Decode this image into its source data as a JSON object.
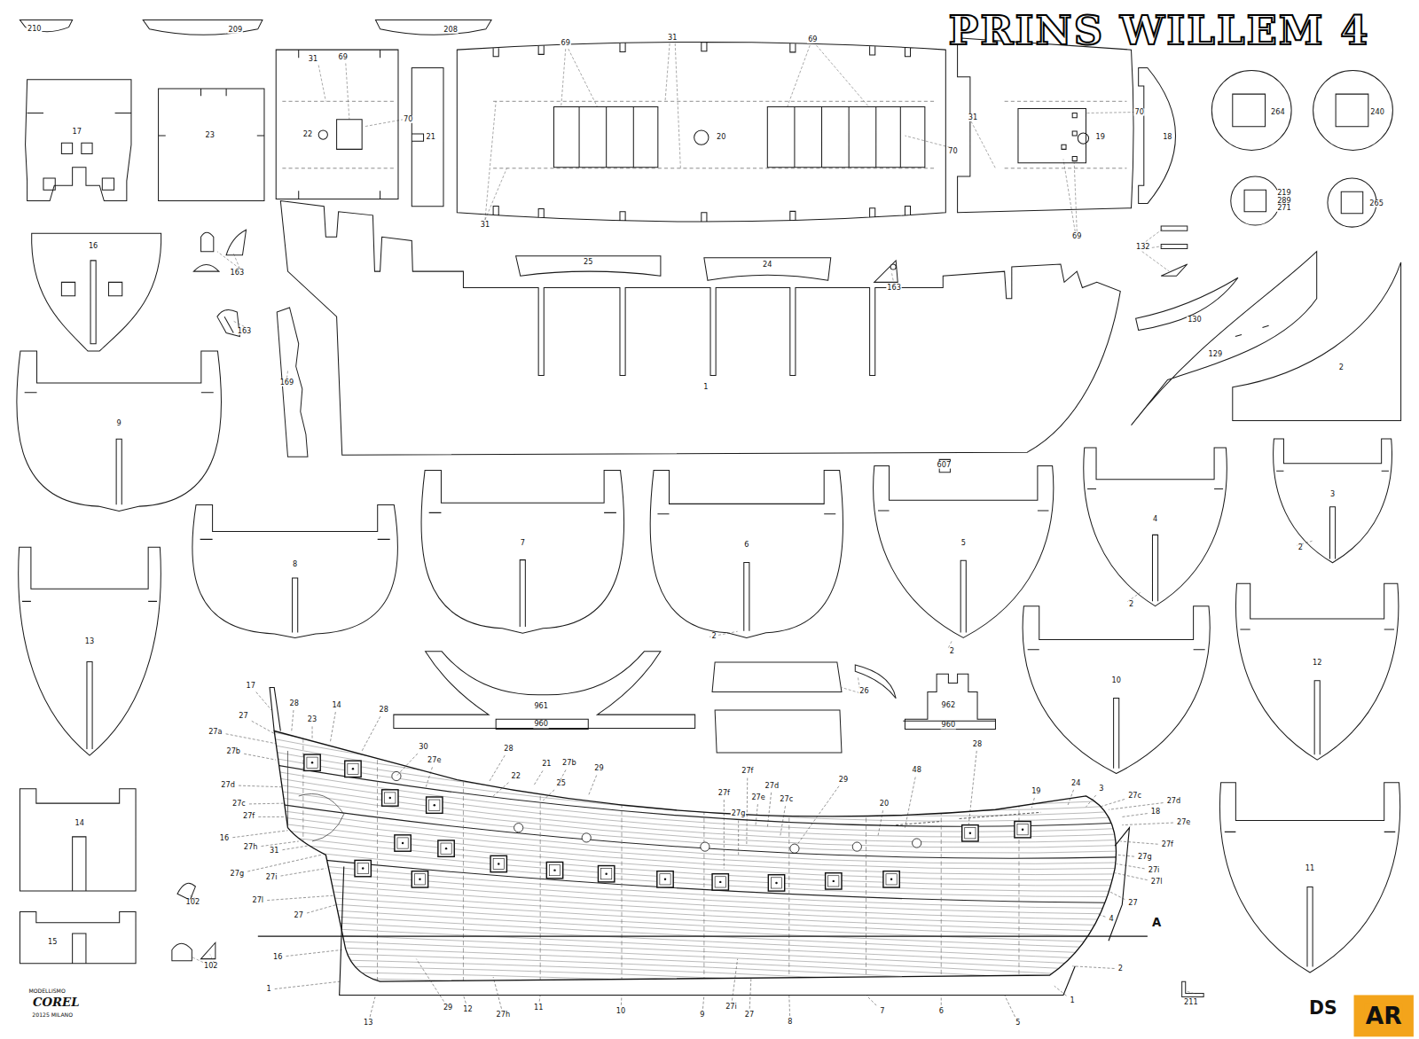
{
  "diagram": {
    "title": "PRINS WILLEM 4",
    "nodes": [
      {
        "text": [
          "210"
        ]
      },
      {
        "text": [
          "209"
        ]
      },
      {
        "text": [
          "208"
        ]
      },
      {
        "text": [
          "17"
        ]
      },
      {
        "text": [
          "23"
        ]
      },
      {
        "text": [
          "22"
        ]
      },
      {
        "text": [
          "21"
        ]
      },
      {
        "text": [
          "20"
        ]
      },
      {
        "text": [
          "19"
        ]
      },
      {
        "text": [
          "18"
        ]
      },
      {
        "text": [
          "264"
        ]
      },
      {
        "text": [
          "240"
        ]
      },
      {
        "text": [
          "219",
          "289",
          "271"
        ]
      },
      {
        "text": [
          "265"
        ]
      },
      {
        "text": [
          "16"
        ]
      },
      {
        "text": [
          "25"
        ]
      },
      {
        "text": [
          "24"
        ]
      },
      {
        "text": [
          "1"
        ]
      },
      {
        "text": [
          "130"
        ]
      },
      {
        "text": [
          "129"
        ]
      },
      {
        "text": [
          "2"
        ]
      },
      {
        "text": [
          "9"
        ]
      },
      {
        "text": [
          "7"
        ]
      },
      {
        "text": [
          "6"
        ]
      },
      {
        "text": [
          "5"
        ]
      },
      {
        "text": [
          "4"
        ]
      },
      {
        "text": [
          "3"
        ]
      },
      {
        "text": [
          "13"
        ]
      },
      {
        "text": [
          "8"
        ]
      },
      {
        "text": [
          "961",
          "960"
        ]
      },
      {
        "text": [
          "962",
          "960"
        ]
      },
      {
        "text": [
          "10"
        ]
      },
      {
        "text": [
          "12"
        ]
      },
      {
        "text": [
          "14"
        ]
      },
      {
        "text": [
          "11"
        ]
      },
      {
        "text": [
          "15"
        ]
      }
    ],
    "labels": [
      "69",
      "31",
      "69",
      "31",
      "69",
      "70",
      "31",
      "70",
      "31",
      "70",
      "69",
      "163",
      "163",
      "163",
      "169",
      "132",
      "607",
      "2",
      "2",
      "2",
      "2",
      "26",
      "102",
      "102",
      "211",
      "A",
      "MODELLISMO",
      "COREL",
      "20125 MILANO",
      "DS",
      "AR",
      "17",
      "28",
      "14",
      "28",
      "27",
      "27a",
      "27b",
      "30",
      "27e",
      "28",
      "22",
      "21",
      "27b",
      "25",
      "29",
      "27d",
      "27c",
      "27f",
      "16",
      "27h",
      "31",
      "27g",
      "27i",
      "27l",
      "27",
      "16",
      "1",
      "13",
      "29",
      "12",
      "27h",
      "11",
      "10",
      "9",
      "27i",
      "27",
      "8",
      "7",
      "6",
      "5",
      "1",
      "2",
      "4",
      "27",
      "27l",
      "27i",
      "27g",
      "27f",
      "27e",
      "18",
      "27d",
      "27c",
      "3",
      "24",
      "19",
      "28",
      "48",
      "20",
      "29",
      "27c",
      "27d",
      "27e",
      "27f",
      "27g",
      "27f",
      "23"
    ]
  }
}
